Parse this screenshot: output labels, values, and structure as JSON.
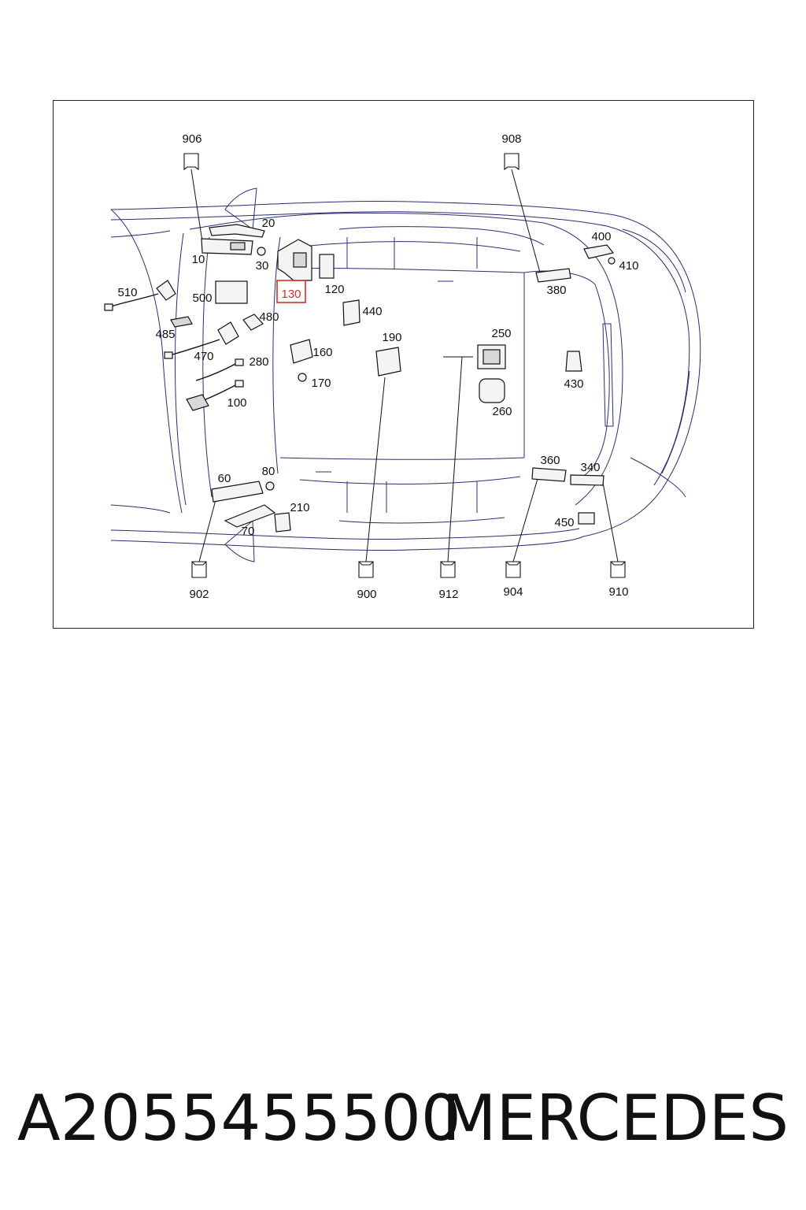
{
  "diagram": {
    "callouts": {
      "c906": "906",
      "c908": "908",
      "c20": "20",
      "c10": "10",
      "c30": "30",
      "c130": "130",
      "c120": "120",
      "c400": "400",
      "c410": "410",
      "c380": "380",
      "c510": "510",
      "c500": "500",
      "c480": "480",
      "c440": "440",
      "c485": "485",
      "c470": "470",
      "c160": "160",
      "c190": "190",
      "c250": "250",
      "c280": "280",
      "c170": "170",
      "c430": "430",
      "c100": "100",
      "c260": "260",
      "c360": "360",
      "c340": "340",
      "c60": "60",
      "c80": "80",
      "c210": "210",
      "c70": "70",
      "c450": "450",
      "c902": "902",
      "c900": "900",
      "c912": "912",
      "c904": "904",
      "c910": "910"
    },
    "highlighted_part": "130",
    "highlight_color": "#d23030"
  },
  "footer": {
    "part_number": "A2055455500",
    "brand": "MERCEDES"
  }
}
